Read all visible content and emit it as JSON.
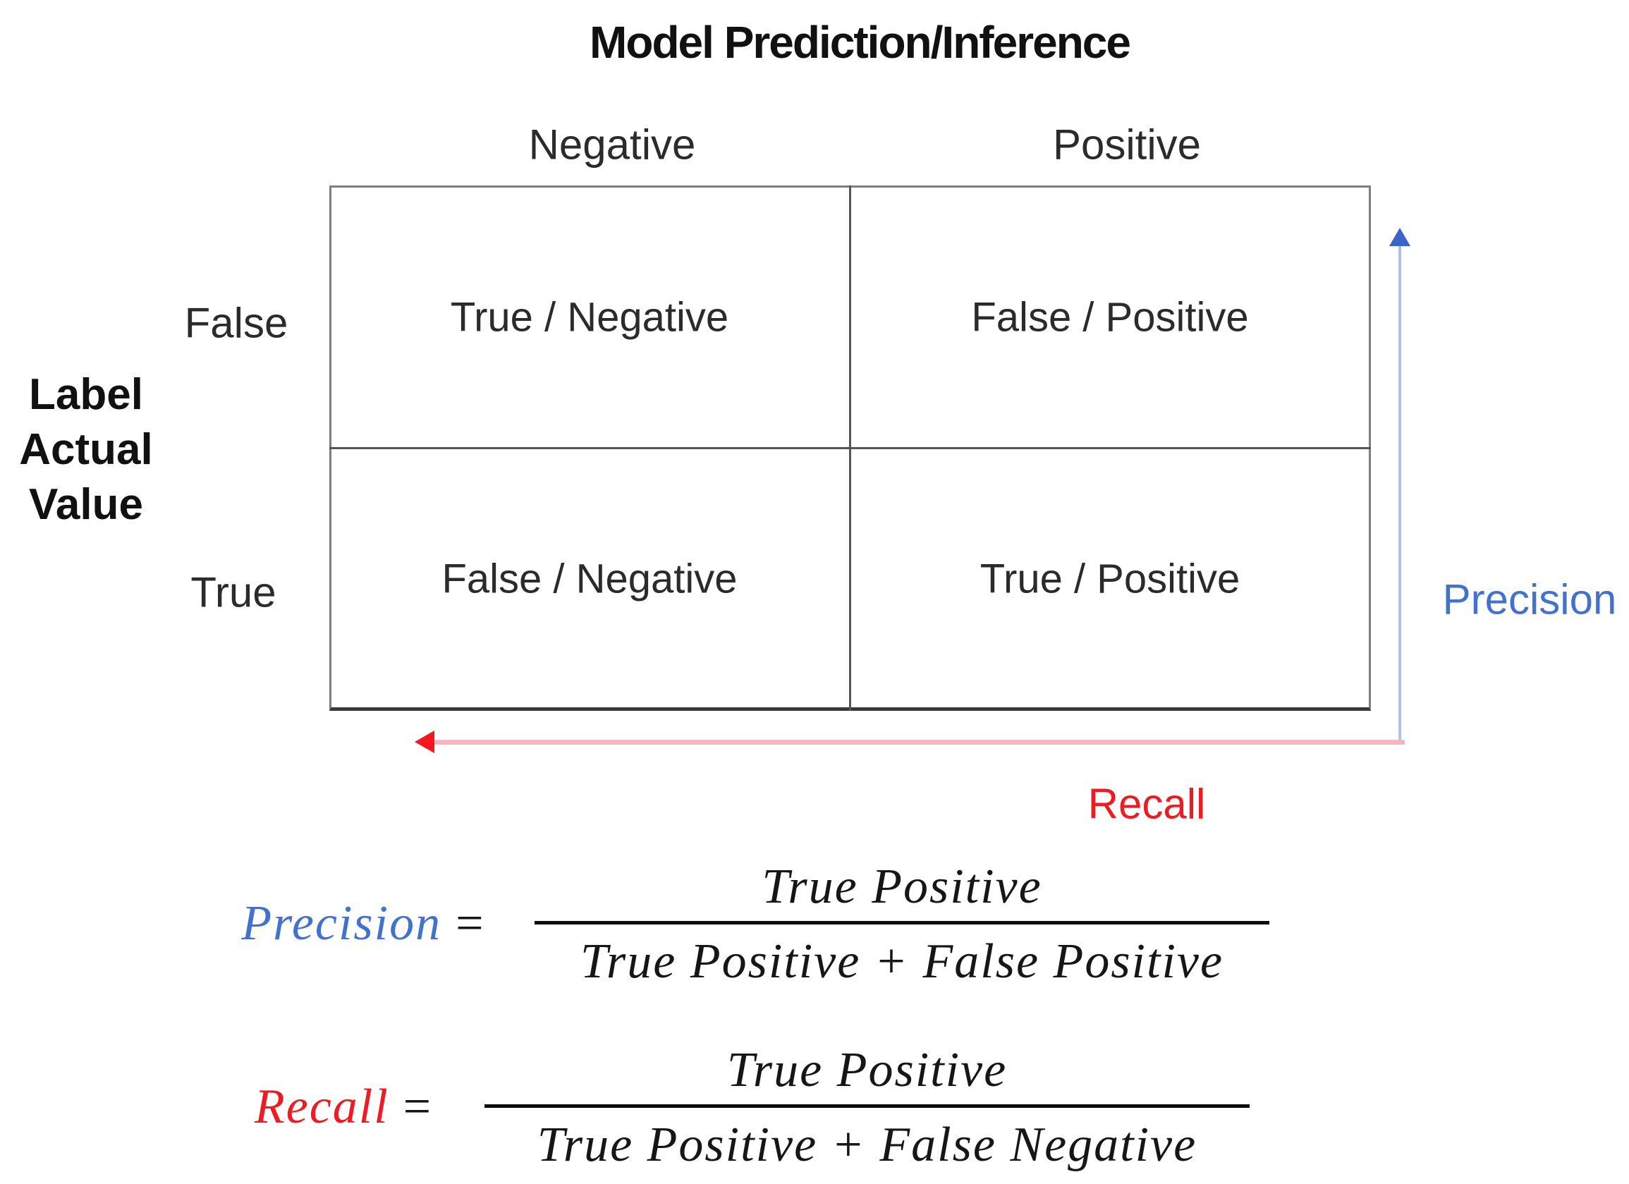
{
  "title": "Model Prediction/Inference",
  "matrix": {
    "column_axis_headers": [
      "Negative",
      "Positive"
    ],
    "row_axis_title_lines": [
      "Label",
      "Actual",
      "Value"
    ],
    "row_headers": [
      "False",
      "True"
    ],
    "cells": [
      [
        "True / Negative",
        "False / Positive"
      ],
      [
        "False / Negative",
        "True / Positive"
      ]
    ]
  },
  "arrows": {
    "precision_label": "Precision",
    "recall_label": "Recall"
  },
  "formulas": {
    "precision": {
      "lhs": "Precision",
      "equals": "=",
      "numerator": "True Positive",
      "denominator": "True Positive + False Positive"
    },
    "recall": {
      "lhs": "Recall",
      "equals": "=",
      "numerator": "True Positive",
      "denominator": "True Positive + False Negative"
    }
  },
  "colors": {
    "accent_blue": "#4372CE",
    "accent_red": "#EF1B23",
    "blue_line": "#AEC2E8",
    "blue_arrowhead": "#3A64C6",
    "red_line": "#FFB3B9",
    "red_arrowhead": "#F5161F",
    "grid_border": "#7E7E7E",
    "grid_border_dark": "#383838",
    "grid_inner": "#555555",
    "text": "#262626"
  }
}
